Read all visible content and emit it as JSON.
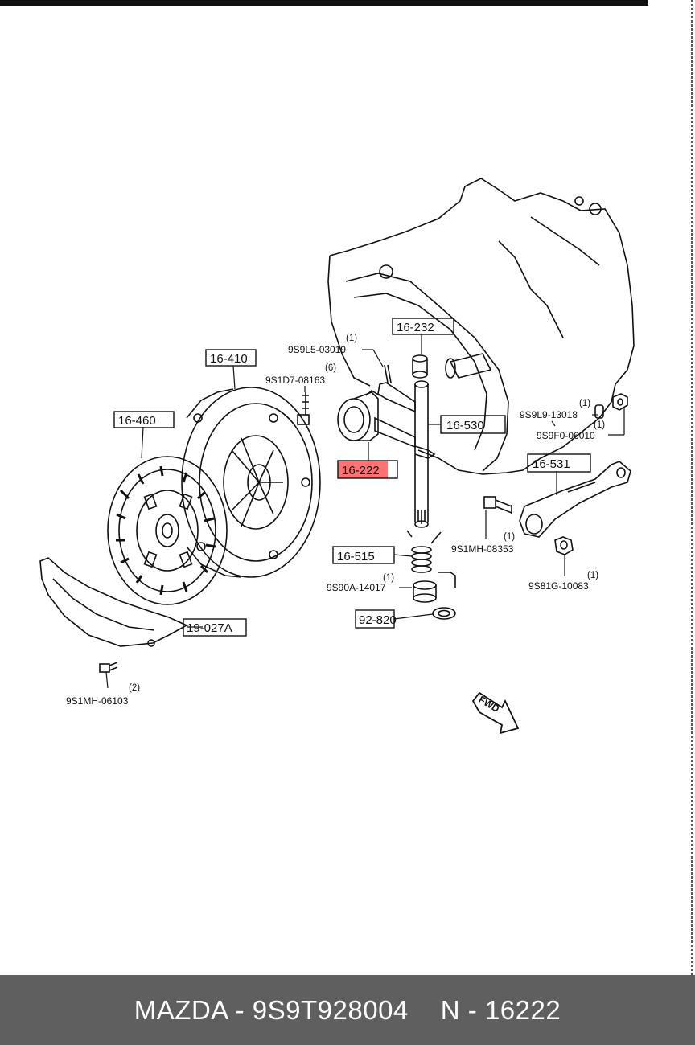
{
  "labels": {
    "p16410": "16-410",
    "p16460": "16-460",
    "p16232": "16-232",
    "p16530": "16-530",
    "p16531": "16-531",
    "p16222": "16-222",
    "p16515": "16-515",
    "p92820": "92-820",
    "p19027a": "19-027A",
    "b9s9l503019": "9S9L5-03019",
    "b9s1d708163": "9S1D7-08163",
    "b9s9l913018": "9S9L9-13018",
    "b9s9f006010": "9S9F0-06010",
    "b9s1mh08353": "9S1MH-08353",
    "b9s81g10083": "9S81G-10083",
    "b9s90a14017": "9S90A-14017",
    "b9s1mh06103": "9S1MH-06103",
    "q1a": "(1)",
    "q6": "(6)",
    "q1b": "(1)",
    "q1c": "(1)",
    "q1d": "(1)",
    "q1e": "(1)",
    "q1f": "(1)",
    "q2": "(2)",
    "fwd": "FWD"
  },
  "highlight": {
    "part": "16-222",
    "color": "#ff6b6b"
  },
  "footer": {
    "left": "MAZDA - 9S9T928004",
    "right": "N - 16222"
  }
}
